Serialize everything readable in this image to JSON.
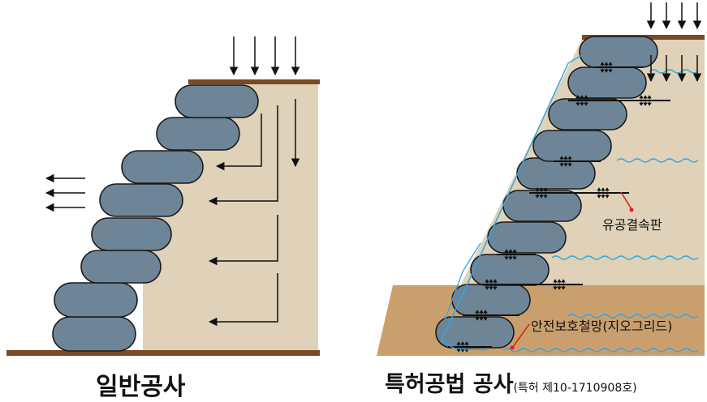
{
  "captions": {
    "general": "일반공사",
    "patent": "특허공법 공사",
    "patent_note": "(특허 제10-1710908호)"
  },
  "labels": {
    "perforated_plate": "유공결속판",
    "safety_net": "안전보호철망(지오그리드)"
  },
  "colors": {
    "bag_fill": "#6e8597",
    "bag_stroke": "#1a1a1a",
    "soil_fill": "#dfd2b8",
    "ground_fill": "#c9a06d",
    "top_plate": "#7a4a25",
    "net_line": "#37a4e0",
    "label_pointer": "#e02020"
  }
}
